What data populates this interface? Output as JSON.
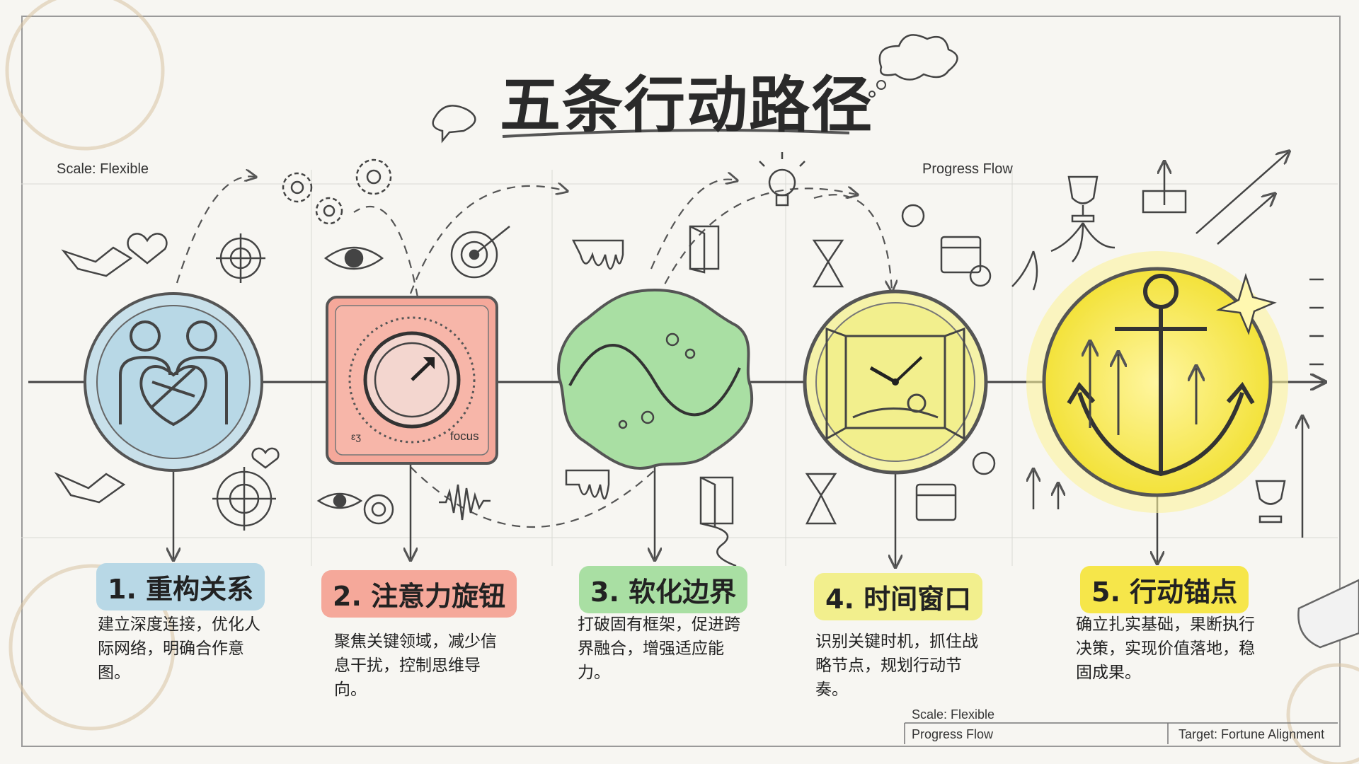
{
  "title": "五条行动路径",
  "corner_labels": {
    "scale_left": "Scale: Flexible",
    "progress_top": "Progress Flow",
    "scale_bottom": "Scale: Flexible",
    "progress_bottom": "Progress Flow",
    "target_bottom": "Target: Fortune Alignment"
  },
  "dial_labels": {
    "left": "ɛʒ",
    "right": "focus"
  },
  "colors": {
    "step1": "#b8d8e6",
    "step2": "#f5a89a",
    "step3": "#a9dfa3",
    "step4": "#f2ef8d",
    "step5": "#f6e64a"
  },
  "steps": [
    {
      "title": "1. 重构关系",
      "description": "建立深度连接，优化人际网络，明确合作意图。",
      "icon": "heart-knot-icon"
    },
    {
      "title": "2. 注意力旋钮",
      "description": "聚焦关键领域，减少信息干扰，控制思维导向。",
      "icon": "focus-dial-icon"
    },
    {
      "title": "3. 软化边界",
      "description": "打破固有框架，促进跨界融合，增强适应能力。",
      "icon": "wave-blob-icon"
    },
    {
      "title": "4. 时间窗口",
      "description": "识别关键时机，抓住战略节点，规划行动节奏。",
      "icon": "clock-window-icon"
    },
    {
      "title": "5. 行动锚点",
      "description": "确立扎实基础，果断执行决策，实现价值落地，稳固成果。",
      "icon": "anchor-icon"
    }
  ]
}
